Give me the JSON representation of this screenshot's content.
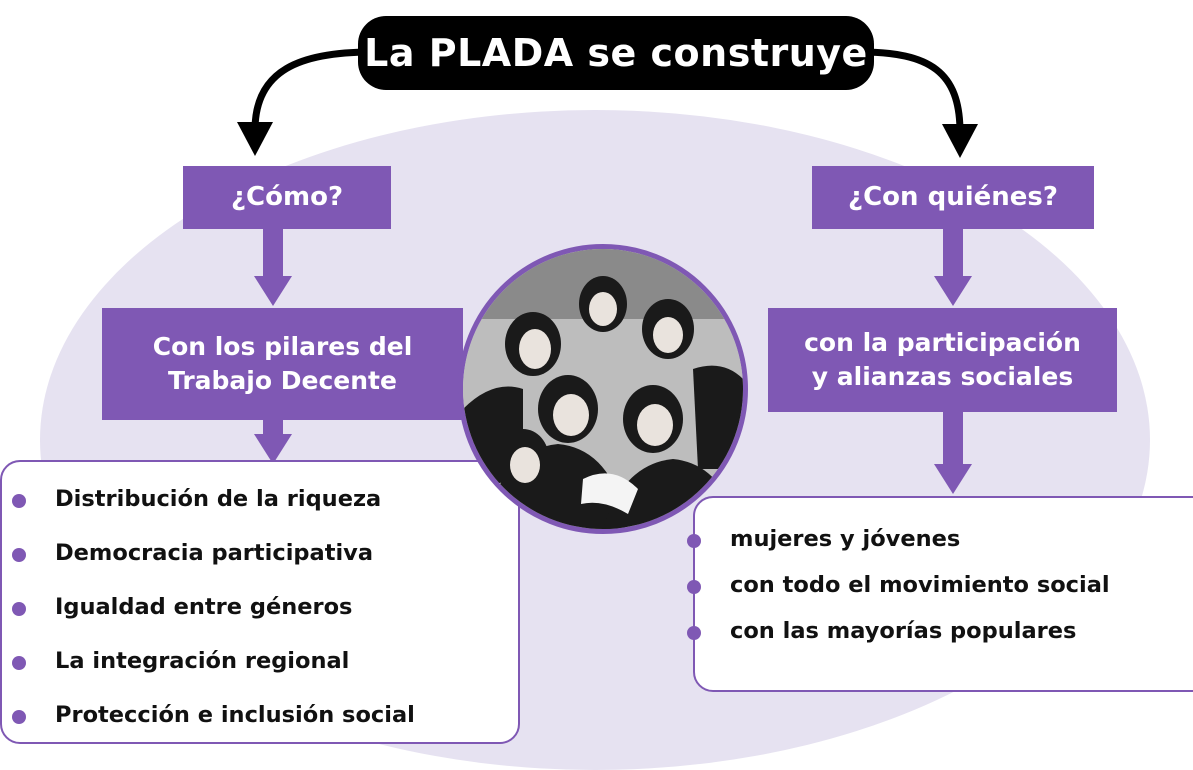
{
  "title": "La PLADA se construye",
  "colors": {
    "accent": "#7f58b4",
    "background_oval": "#e6e2f1",
    "title_bg": "#000000"
  },
  "left_branch": {
    "question": "¿Cómo?",
    "answer_line1": "Con los pilares del",
    "answer_line2": "Trabajo Decente",
    "items": [
      "Distribución de la riqueza",
      "Democracia participativa",
      "Igualdad entre géneros",
      "La integración regional",
      "Protección e inclusión social"
    ]
  },
  "right_branch": {
    "question": "¿Con quiénes?",
    "answer_line1": "con la participación",
    "answer_line2": "y alianzas sociales",
    "items": [
      "mujeres y jóvenes",
      "con todo el movimiento social",
      "con las mayorías populares"
    ]
  },
  "photo": {
    "icon": "group-photo-image"
  }
}
